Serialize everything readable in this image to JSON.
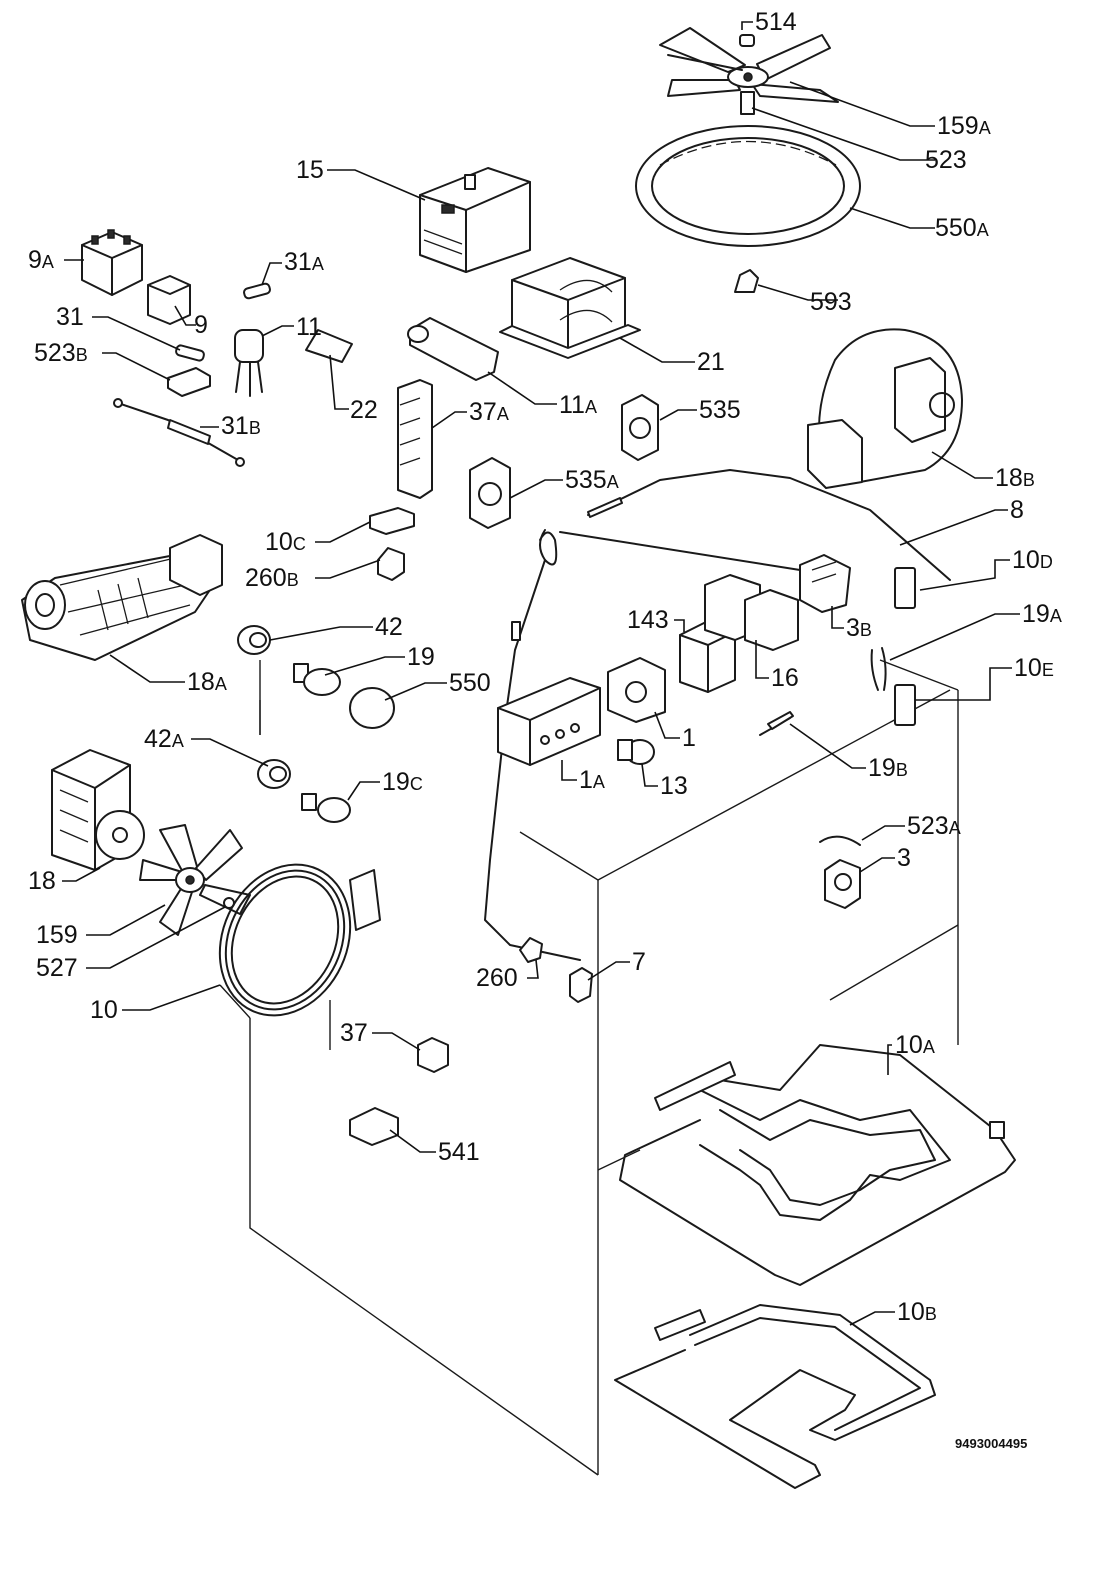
{
  "drawing_number": "9493004495",
  "parts": [
    {
      "id": "514",
      "num": "514",
      "suffix": ""
    },
    {
      "id": "159A",
      "num": "159",
      "suffix": "A"
    },
    {
      "id": "523",
      "num": "523",
      "suffix": ""
    },
    {
      "id": "550A",
      "num": "550",
      "suffix": "A"
    },
    {
      "id": "15",
      "num": "15",
      "suffix": ""
    },
    {
      "id": "9A",
      "num": "9",
      "suffix": "A"
    },
    {
      "id": "31A",
      "num": "31",
      "suffix": "A"
    },
    {
      "id": "593",
      "num": "593",
      "suffix": ""
    },
    {
      "id": "31",
      "num": "31",
      "suffix": ""
    },
    {
      "id": "9",
      "num": "9",
      "suffix": ""
    },
    {
      "id": "11",
      "num": "11",
      "suffix": ""
    },
    {
      "id": "523B",
      "num": "523",
      "suffix": "B"
    },
    {
      "id": "21",
      "num": "21",
      "suffix": ""
    },
    {
      "id": "22",
      "num": "22",
      "suffix": ""
    },
    {
      "id": "11A",
      "num": "11",
      "suffix": "A"
    },
    {
      "id": "535",
      "num": "535",
      "suffix": ""
    },
    {
      "id": "31B",
      "num": "31",
      "suffix": "B"
    },
    {
      "id": "37A",
      "num": "37",
      "suffix": "A"
    },
    {
      "id": "18B",
      "num": "18",
      "suffix": "B"
    },
    {
      "id": "535A",
      "num": "535",
      "suffix": "A"
    },
    {
      "id": "8",
      "num": "8",
      "suffix": ""
    },
    {
      "id": "10C",
      "num": "10",
      "suffix": "C"
    },
    {
      "id": "10D",
      "num": "10",
      "suffix": "D"
    },
    {
      "id": "260B",
      "num": "260",
      "suffix": "B"
    },
    {
      "id": "19A",
      "num": "19",
      "suffix": "A"
    },
    {
      "id": "143",
      "num": "143",
      "suffix": ""
    },
    {
      "id": "42",
      "num": "42",
      "suffix": ""
    },
    {
      "id": "3B",
      "num": "3",
      "suffix": "B"
    },
    {
      "id": "19",
      "num": "19",
      "suffix": ""
    },
    {
      "id": "10E",
      "num": "10",
      "suffix": "E"
    },
    {
      "id": "16",
      "num": "16",
      "suffix": ""
    },
    {
      "id": "550",
      "num": "550",
      "suffix": ""
    },
    {
      "id": "18A",
      "num": "18",
      "suffix": "A"
    },
    {
      "id": "1",
      "num": "1",
      "suffix": ""
    },
    {
      "id": "42A",
      "num": "42",
      "suffix": "A"
    },
    {
      "id": "19B",
      "num": "19",
      "suffix": "B"
    },
    {
      "id": "19C",
      "num": "19",
      "suffix": "C"
    },
    {
      "id": "1A",
      "num": "1",
      "suffix": "A"
    },
    {
      "id": "13",
      "num": "13",
      "suffix": ""
    },
    {
      "id": "523A",
      "num": "523",
      "suffix": "A"
    },
    {
      "id": "3",
      "num": "3",
      "suffix": ""
    },
    {
      "id": "18",
      "num": "18",
      "suffix": ""
    },
    {
      "id": "159",
      "num": "159",
      "suffix": ""
    },
    {
      "id": "527",
      "num": "527",
      "suffix": ""
    },
    {
      "id": "7",
      "num": "7",
      "suffix": ""
    },
    {
      "id": "260",
      "num": "260",
      "suffix": ""
    },
    {
      "id": "10",
      "num": "10",
      "suffix": ""
    },
    {
      "id": "10A",
      "num": "10",
      "suffix": "A"
    },
    {
      "id": "37",
      "num": "37",
      "suffix": ""
    },
    {
      "id": "541",
      "num": "541",
      "suffix": ""
    },
    {
      "id": "10B",
      "num": "10",
      "suffix": "B"
    }
  ]
}
